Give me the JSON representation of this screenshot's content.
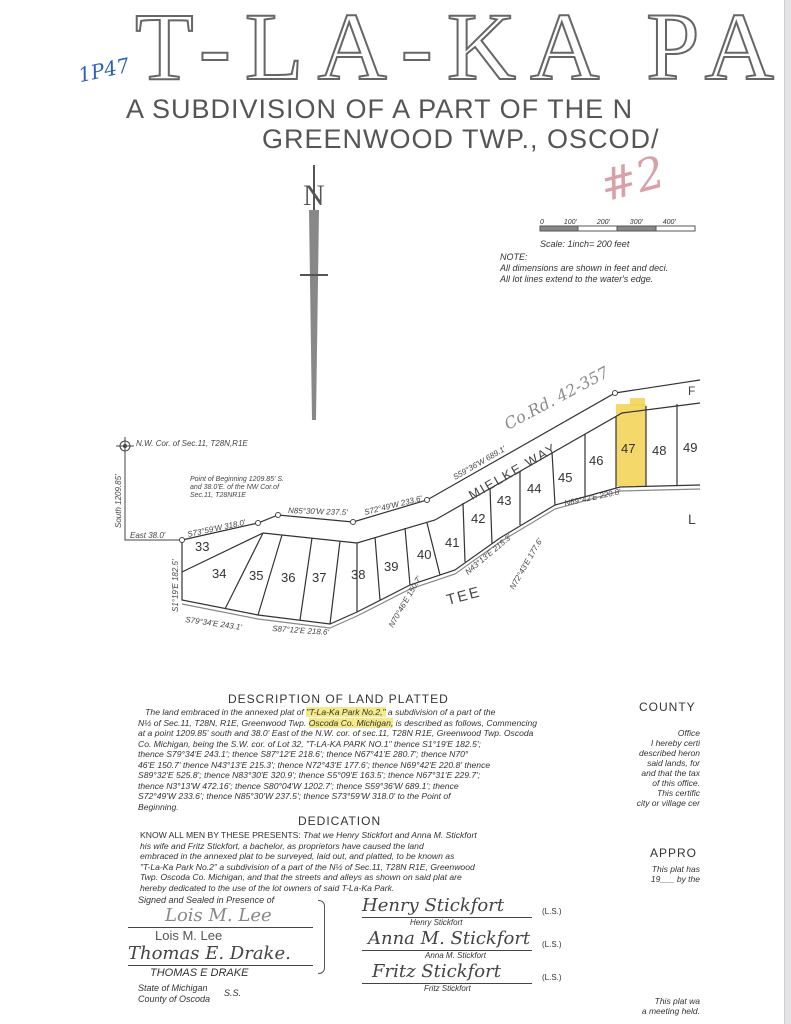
{
  "header": {
    "title": "T-LA-KA PA",
    "subtitle_line1": "A SUBDIVISION OF A PART OF THE N",
    "subtitle_line2": "GREENWOOD TWP., OSCOD/",
    "handwritten_page_ref": "1P47",
    "handwritten_number": "#2"
  },
  "scale": {
    "ticks": [
      "0",
      "100'",
      "200'",
      "300'",
      "400'"
    ],
    "label": "Scale: 1inch= 200 feet"
  },
  "note": {
    "heading": "NOTE:",
    "lines": [
      "All dimensions are shown in feet and deci.",
      "All lot lines extend to the water's edge."
    ]
  },
  "map": {
    "north_label": "N",
    "nw_corner": "N.W. Cor. of Sec.11, T28N,R1E",
    "south_call": "South 1209.85'",
    "east_call": "East 38.0'",
    "point_of_beginning": "Point of Beginning 1209.85' S. and 38.0'E. of the NW Cor.of Sec.11, T28NR1E",
    "courses": [
      "S73°59'W 318.0'",
      "N85°30'W 237.5'",
      "S72°49'W 233.6'",
      "S59°36'W 689.1'",
      "S79°34'E 243.1'",
      "S87°12'E 218.6'",
      "N70°46'E 150.7'",
      "N43°13'E 215.3'",
      "N72°43'E 177.6'",
      "N69°42'E 220.8'",
      "S1°19'E 182.5'"
    ],
    "road_name": "MIELKE WAY",
    "county_road_note": "Co.Rd. 42-357",
    "water_label": "TEE",
    "right_labels": [
      "F",
      "L"
    ],
    "lots": [
      "33",
      "34",
      "35",
      "36",
      "37",
      "38",
      "39",
      "40",
      "41",
      "42",
      "43",
      "44",
      "45",
      "46",
      "47",
      "48",
      "49"
    ],
    "highlighted_lot": "47",
    "highlight_color": "#f3d150"
  },
  "description": {
    "heading": "DESCRIPTION OF LAND PLATTED",
    "lines": [
      "The land embraced in the annexed plat of ",
      "\"T-La-Ka Park No.2,\"",
      " a subdivision of a part of the",
      "N½ of Sec.11, T28N, R1E, Greenwood Twp. ",
      "Oscoda Co. Michigan,",
      " is described as follows, Commencing",
      "at a point 1209.85' south and 38.0' East of the N.W. cor. of sec.11, T28N R1E, Greenwood Twp. Oscoda",
      "Co. Michigan, being the S.W. cor. of Lot 32, \"T-LA-KA PARK NO.1\" thence S1°19'E 182.5';",
      "thence S79°34'E 243.1'; thence S87°12'E 218.6'; thence N67°41'E 280.7'; thence N70°",
      "46'E 150.7' thence N43°13'E 215.3'; thence N72°43'E 177.6'; thence N69°42'E 220.8' thence",
      "S89°32'E 525.8'; thence N83°30'E 320.9'; thence S5°09'E 163.5'; thence N67°31'E 229.7';",
      "thence N3°13'W 472.16'; thence S80°04'W 1202.7'; thence S59°36'W 689.1'; thence",
      "S72°49'W 233.6'; thence N85°30'W 237.5'; thence S73°59'W 318.0' to the Point of",
      "Beginning."
    ]
  },
  "dedication": {
    "heading": "DEDICATION",
    "lead": "KNOW ALL MEN BY THESE PRESENTS:",
    "lines": [
      " That we Henry Stickfort and Anna M. Stickfort",
      "his wife and Fritz Stickfort, a bachelor, as proprietors have caused the land",
      "embraced in the annexed plat to be surveyed, laid out, and platted, to be known as",
      "\"T-La-Ka Park No.2\" a subdivision of a part of the N½ of Sec.11, T28N R1E, Greenwood",
      "Twp. Oscoda Co. Michigan, and that the streets and alleys as shown on said plat are",
      "hereby dedicated to the use of the lot owners of said T-La-Ka Park."
    ]
  },
  "witnesses": {
    "label": "Signed and Sealed in Presence of",
    "sig1": "Lois M. Lee",
    "print1": "Lois M. Lee",
    "sig2": "Thomas E. Drake.",
    "print2": "THOMAS E DRAKE"
  },
  "signatories": [
    {
      "signature": "Henry Stickfort",
      "printed": "Henry Stickfort",
      "seal": "(L.S.)"
    },
    {
      "signature": "Anna M. Stickfort",
      "printed": "Anna M. Stickfort",
      "seal": "(L.S.)"
    },
    {
      "signature": "Fritz Stickfort",
      "printed": "Fritz Stickfort",
      "seal": "(L.S.)"
    }
  ],
  "venue": {
    "line1": "State of Michigan",
    "line2": "County of Oscoda",
    "ss": "S.S."
  },
  "county": {
    "heading": "COUNTY",
    "lines": [
      "Office",
      "I hereby certi",
      "described heron",
      "said lands, for",
      "and that the tax",
      "of this office.",
      "This certific",
      "city or village cer"
    ]
  },
  "approval": {
    "heading": "APPRO",
    "lines": [
      "This plat has",
      "19___ by the"
    ]
  },
  "footer_right": {
    "lines": [
      "This plat wa",
      "a meeting held."
    ]
  }
}
